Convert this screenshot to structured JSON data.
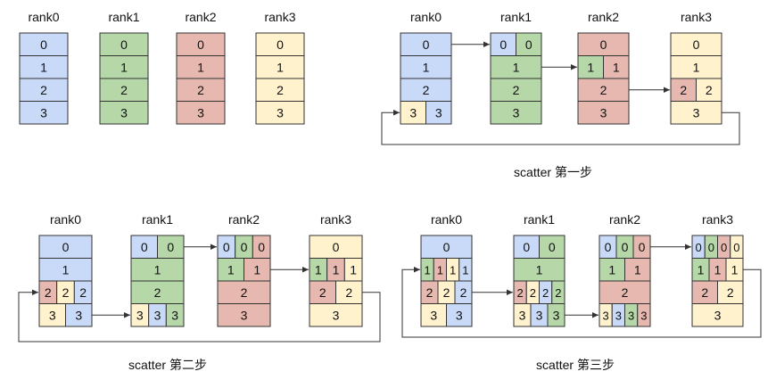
{
  "colors": {
    "rank0": "#c9daf8",
    "rank1": "#b6d7a8",
    "rank2": "#e6b8af",
    "rank3": "#fff2cc",
    "stroke": "#333333"
  },
  "panels": [
    {
      "caption": "",
      "ranks": [
        {
          "label": "rank0",
          "rows": [
            {
              "parts": [
                {
                  "text": "0",
                  "color": "rank0"
                }
              ]
            },
            {
              "parts": [
                {
                  "text": "1",
                  "color": "rank0"
                }
              ]
            },
            {
              "parts": [
                {
                  "text": "2",
                  "color": "rank0"
                }
              ]
            },
            {
              "parts": [
                {
                  "text": "3",
                  "color": "rank0"
                }
              ]
            }
          ]
        },
        {
          "label": "rank1",
          "rows": [
            {
              "parts": [
                {
                  "text": "0",
                  "color": "rank1"
                }
              ]
            },
            {
              "parts": [
                {
                  "text": "1",
                  "color": "rank1"
                }
              ]
            },
            {
              "parts": [
                {
                  "text": "2",
                  "color": "rank1"
                }
              ]
            },
            {
              "parts": [
                {
                  "text": "3",
                  "color": "rank1"
                }
              ]
            }
          ]
        },
        {
          "label": "rank2",
          "rows": [
            {
              "parts": [
                {
                  "text": "0",
                  "color": "rank2"
                }
              ]
            },
            {
              "parts": [
                {
                  "text": "1",
                  "color": "rank2"
                }
              ]
            },
            {
              "parts": [
                {
                  "text": "2",
                  "color": "rank2"
                }
              ]
            },
            {
              "parts": [
                {
                  "text": "3",
                  "color": "rank2"
                }
              ]
            }
          ]
        },
        {
          "label": "rank3",
          "rows": [
            {
              "parts": [
                {
                  "text": "0",
                  "color": "rank3"
                }
              ]
            },
            {
              "parts": [
                {
                  "text": "1",
                  "color": "rank3"
                }
              ]
            },
            {
              "parts": [
                {
                  "text": "2",
                  "color": "rank3"
                }
              ]
            },
            {
              "parts": [
                {
                  "text": "3",
                  "color": "rank3"
                }
              ]
            }
          ]
        }
      ]
    },
    {
      "caption": "scatter 第一步",
      "ranks": [
        {
          "label": "rank0",
          "rows": [
            {
              "parts": [
                {
                  "text": "0",
                  "color": "rank0"
                }
              ]
            },
            {
              "parts": [
                {
                  "text": "1",
                  "color": "rank0"
                }
              ]
            },
            {
              "parts": [
                {
                  "text": "2",
                  "color": "rank0"
                }
              ]
            },
            {
              "parts": [
                {
                  "text": "3",
                  "color": "rank3"
                },
                {
                  "text": "3",
                  "color": "rank0"
                }
              ]
            }
          ]
        },
        {
          "label": "rank1",
          "rows": [
            {
              "parts": [
                {
                  "text": "0",
                  "color": "rank0"
                },
                {
                  "text": "0",
                  "color": "rank1"
                }
              ]
            },
            {
              "parts": [
                {
                  "text": "1",
                  "color": "rank1"
                }
              ]
            },
            {
              "parts": [
                {
                  "text": "2",
                  "color": "rank1"
                }
              ]
            },
            {
              "parts": [
                {
                  "text": "3",
                  "color": "rank1"
                }
              ]
            }
          ]
        },
        {
          "label": "rank2",
          "rows": [
            {
              "parts": [
                {
                  "text": "0",
                  "color": "rank2"
                }
              ]
            },
            {
              "parts": [
                {
                  "text": "1",
                  "color": "rank1"
                },
                {
                  "text": "1",
                  "color": "rank2"
                }
              ]
            },
            {
              "parts": [
                {
                  "text": "2",
                  "color": "rank2"
                }
              ]
            },
            {
              "parts": [
                {
                  "text": "3",
                  "color": "rank2"
                }
              ]
            }
          ]
        },
        {
          "label": "rank3",
          "rows": [
            {
              "parts": [
                {
                  "text": "0",
                  "color": "rank3"
                }
              ]
            },
            {
              "parts": [
                {
                  "text": "1",
                  "color": "rank3"
                }
              ]
            },
            {
              "parts": [
                {
                  "text": "2",
                  "color": "rank2"
                },
                {
                  "text": "2",
                  "color": "rank3"
                }
              ]
            },
            {
              "parts": [
                {
                  "text": "3",
                  "color": "rank3"
                }
              ]
            }
          ]
        }
      ]
    },
    {
      "caption": "scatter 第二步",
      "ranks": [
        {
          "label": "rank0",
          "rows": [
            {
              "parts": [
                {
                  "text": "0",
                  "color": "rank0"
                }
              ]
            },
            {
              "parts": [
                {
                  "text": "1",
                  "color": "rank0"
                }
              ]
            },
            {
              "parts": [
                {
                  "text": "2",
                  "color": "rank2"
                },
                {
                  "text": "2",
                  "color": "rank3"
                },
                {
                  "text": "2",
                  "color": "rank0"
                }
              ]
            },
            {
              "parts": [
                {
                  "text": "3",
                  "color": "rank3"
                },
                {
                  "text": "3",
                  "color": "rank0"
                }
              ]
            }
          ]
        },
        {
          "label": "rank1",
          "rows": [
            {
              "parts": [
                {
                  "text": "0",
                  "color": "rank0"
                },
                {
                  "text": "0",
                  "color": "rank1"
                }
              ]
            },
            {
              "parts": [
                {
                  "text": "1",
                  "color": "rank1"
                }
              ]
            },
            {
              "parts": [
                {
                  "text": "2",
                  "color": "rank1"
                }
              ]
            },
            {
              "parts": [
                {
                  "text": "3",
                  "color": "rank3"
                },
                {
                  "text": "3",
                  "color": "rank0"
                },
                {
                  "text": "3",
                  "color": "rank1"
                }
              ]
            }
          ]
        },
        {
          "label": "rank2",
          "rows": [
            {
              "parts": [
                {
                  "text": "0",
                  "color": "rank0"
                },
                {
                  "text": "0",
                  "color": "rank1"
                },
                {
                  "text": "0",
                  "color": "rank2"
                }
              ]
            },
            {
              "parts": [
                {
                  "text": "1",
                  "color": "rank1"
                },
                {
                  "text": "1",
                  "color": "rank2"
                }
              ]
            },
            {
              "parts": [
                {
                  "text": "2",
                  "color": "rank2"
                }
              ]
            },
            {
              "parts": [
                {
                  "text": "3",
                  "color": "rank2"
                }
              ]
            }
          ]
        },
        {
          "label": "rank3",
          "rows": [
            {
              "parts": [
                {
                  "text": "0",
                  "color": "rank3"
                }
              ]
            },
            {
              "parts": [
                {
                  "text": "1",
                  "color": "rank1"
                },
                {
                  "text": "1",
                  "color": "rank2"
                },
                {
                  "text": "1",
                  "color": "rank3"
                }
              ]
            },
            {
              "parts": [
                {
                  "text": "2",
                  "color": "rank2"
                },
                {
                  "text": "2",
                  "color": "rank3"
                }
              ]
            },
            {
              "parts": [
                {
                  "text": "3",
                  "color": "rank3"
                }
              ]
            }
          ]
        }
      ]
    },
    {
      "caption": "scatter 第三步",
      "ranks": [
        {
          "label": "rank0",
          "rows": [
            {
              "parts": [
                {
                  "text": "0",
                  "color": "rank0"
                }
              ]
            },
            {
              "parts": [
                {
                  "text": "1",
                  "color": "rank1"
                },
                {
                  "text": "1",
                  "color": "rank2"
                },
                {
                  "text": "1",
                  "color": "rank3"
                },
                {
                  "text": "1",
                  "color": "rank0"
                }
              ]
            },
            {
              "parts": [
                {
                  "text": "2",
                  "color": "rank2"
                },
                {
                  "text": "2",
                  "color": "rank3"
                },
                {
                  "text": "2",
                  "color": "rank0"
                }
              ]
            },
            {
              "parts": [
                {
                  "text": "3",
                  "color": "rank3"
                },
                {
                  "text": "3",
                  "color": "rank0"
                }
              ]
            }
          ]
        },
        {
          "label": "rank1",
          "rows": [
            {
              "parts": [
                {
                  "text": "0",
                  "color": "rank0"
                },
                {
                  "text": "0",
                  "color": "rank1"
                }
              ]
            },
            {
              "parts": [
                {
                  "text": "1",
                  "color": "rank1"
                }
              ]
            },
            {
              "parts": [
                {
                  "text": "2",
                  "color": "rank2"
                },
                {
                  "text": "2",
                  "color": "rank3"
                },
                {
                  "text": "2",
                  "color": "rank0"
                },
                {
                  "text": "2",
                  "color": "rank1"
                }
              ]
            },
            {
              "parts": [
                {
                  "text": "3",
                  "color": "rank3"
                },
                {
                  "text": "3",
                  "color": "rank0"
                },
                {
                  "text": "3",
                  "color": "rank1"
                }
              ]
            }
          ]
        },
        {
          "label": "rank2",
          "rows": [
            {
              "parts": [
                {
                  "text": "0",
                  "color": "rank0"
                },
                {
                  "text": "0",
                  "color": "rank1"
                },
                {
                  "text": "0",
                  "color": "rank2"
                }
              ]
            },
            {
              "parts": [
                {
                  "text": "1",
                  "color": "rank1"
                },
                {
                  "text": "1",
                  "color": "rank2"
                }
              ]
            },
            {
              "parts": [
                {
                  "text": "2",
                  "color": "rank2"
                }
              ]
            },
            {
              "parts": [
                {
                  "text": "3",
                  "color": "rank3"
                },
                {
                  "text": "3",
                  "color": "rank0"
                },
                {
                  "text": "3",
                  "color": "rank1"
                },
                {
                  "text": "3",
                  "color": "rank2"
                }
              ]
            }
          ]
        },
        {
          "label": "rank3",
          "rows": [
            {
              "parts": [
                {
                  "text": "0",
                  "color": "rank0"
                },
                {
                  "text": "0",
                  "color": "rank1"
                },
                {
                  "text": "0",
                  "color": "rank2"
                },
                {
                  "text": "0",
                  "color": "rank3"
                }
              ]
            },
            {
              "parts": [
                {
                  "text": "1",
                  "color": "rank1"
                },
                {
                  "text": "1",
                  "color": "rank2"
                },
                {
                  "text": "1",
                  "color": "rank3"
                }
              ]
            },
            {
              "parts": [
                {
                  "text": "2",
                  "color": "rank2"
                },
                {
                  "text": "2",
                  "color": "rank3"
                }
              ]
            },
            {
              "parts": [
                {
                  "text": "3",
                  "color": "rank3"
                }
              ]
            }
          ]
        }
      ]
    }
  ],
  "arrows": [
    {
      "panel": 1,
      "from": [
        0,
        0
      ],
      "to": [
        1,
        0
      ]
    },
    {
      "panel": 1,
      "from": [
        1,
        1
      ],
      "to": [
        2,
        1
      ]
    },
    {
      "panel": 1,
      "from": [
        2,
        2
      ],
      "to": [
        3,
        2
      ]
    },
    {
      "panel": 1,
      "from": [
        3,
        3
      ],
      "to": [
        0,
        3
      ],
      "wrap": true
    },
    {
      "panel": 2,
      "from": [
        1,
        0
      ],
      "to": [
        2,
        0
      ]
    },
    {
      "panel": 2,
      "from": [
        2,
        1
      ],
      "to": [
        3,
        1
      ]
    },
    {
      "panel": 2,
      "from": [
        0,
        3
      ],
      "to": [
        1,
        3
      ]
    },
    {
      "panel": 2,
      "from": [
        3,
        2
      ],
      "to": [
        0,
        2
      ],
      "wrap": true
    },
    {
      "panel": 3,
      "from": [
        2,
        0
      ],
      "to": [
        3,
        0
      ]
    },
    {
      "panel": 3,
      "from": [
        0,
        2
      ],
      "to": [
        1,
        2
      ]
    },
    {
      "panel": 3,
      "from": [
        1,
        3
      ],
      "to": [
        2,
        3
      ]
    },
    {
      "panel": 3,
      "from": [
        3,
        1
      ],
      "to": [
        0,
        1
      ],
      "wrap": true
    }
  ]
}
